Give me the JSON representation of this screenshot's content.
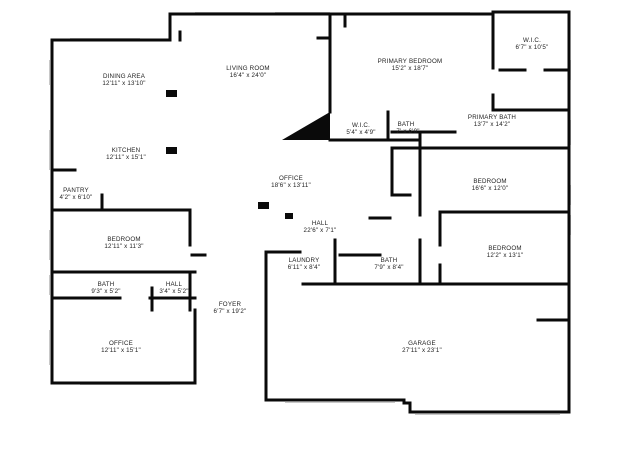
{
  "colors": {
    "wall": "#0a0a0a",
    "window": "#c8c8c8",
    "background": "#ffffff"
  },
  "rooms": [
    {
      "id": "dining",
      "name": "DINING AREA",
      "dims": "12'11\" x 13'10\""
    },
    {
      "id": "living",
      "name": "LIVING ROOM",
      "dims": "16'4\" x 24'0\""
    },
    {
      "id": "primary-bedroom",
      "name": "PRIMARY BEDROOM",
      "dims": "15'2\" x 18'7\""
    },
    {
      "id": "wic-primary",
      "name": "W.I.C.",
      "dims": "6'7\" x 10'5\""
    },
    {
      "id": "primary-bath",
      "name": "PRIMARY BATH",
      "dims": "13'7\" x 14'2\""
    },
    {
      "id": "wic-small",
      "name": "W.I.C.",
      "dims": "5'4\" x 4'9\""
    },
    {
      "id": "bath-small",
      "name": "BATH",
      "dims": "7' x 6'0\""
    },
    {
      "id": "kitchen",
      "name": "KITCHEN",
      "dims": "12'11\" x 15'1\""
    },
    {
      "id": "office-center",
      "name": "OFFICE",
      "dims": "18'6\" x 13'11\""
    },
    {
      "id": "bedroom-right-top",
      "name": "BEDROOM",
      "dims": "16'6\" x 12'0\""
    },
    {
      "id": "pantry",
      "name": "PANTRY",
      "dims": "4'2\" x 6'10\""
    },
    {
      "id": "hall-center",
      "name": "HALL",
      "dims": "22'6\" x 7'1\""
    },
    {
      "id": "bedroom-left",
      "name": "BEDROOM",
      "dims": "12'11\" x 11'3\""
    },
    {
      "id": "bedroom-right-mid",
      "name": "BEDROOM",
      "dims": "12'2\" x 13'1\""
    },
    {
      "id": "laundry",
      "name": "LAUNDRY",
      "dims": "6'11\" x 8'4\""
    },
    {
      "id": "bath-mid",
      "name": "BATH",
      "dims": "7'9\" x 8'4\""
    },
    {
      "id": "bath-left",
      "name": "BATH",
      "dims": "9'3\" x 5'2\""
    },
    {
      "id": "hall-left",
      "name": "HALL",
      "dims": "3'4\" x 5'2\""
    },
    {
      "id": "foyer",
      "name": "FOYER",
      "dims": "6'7\" x 19'2\""
    },
    {
      "id": "office-left",
      "name": "OFFICE",
      "dims": "12'11\" x 15'1\""
    },
    {
      "id": "garage",
      "name": "GARAGE",
      "dims": "27'11\" x 23'1\""
    }
  ]
}
